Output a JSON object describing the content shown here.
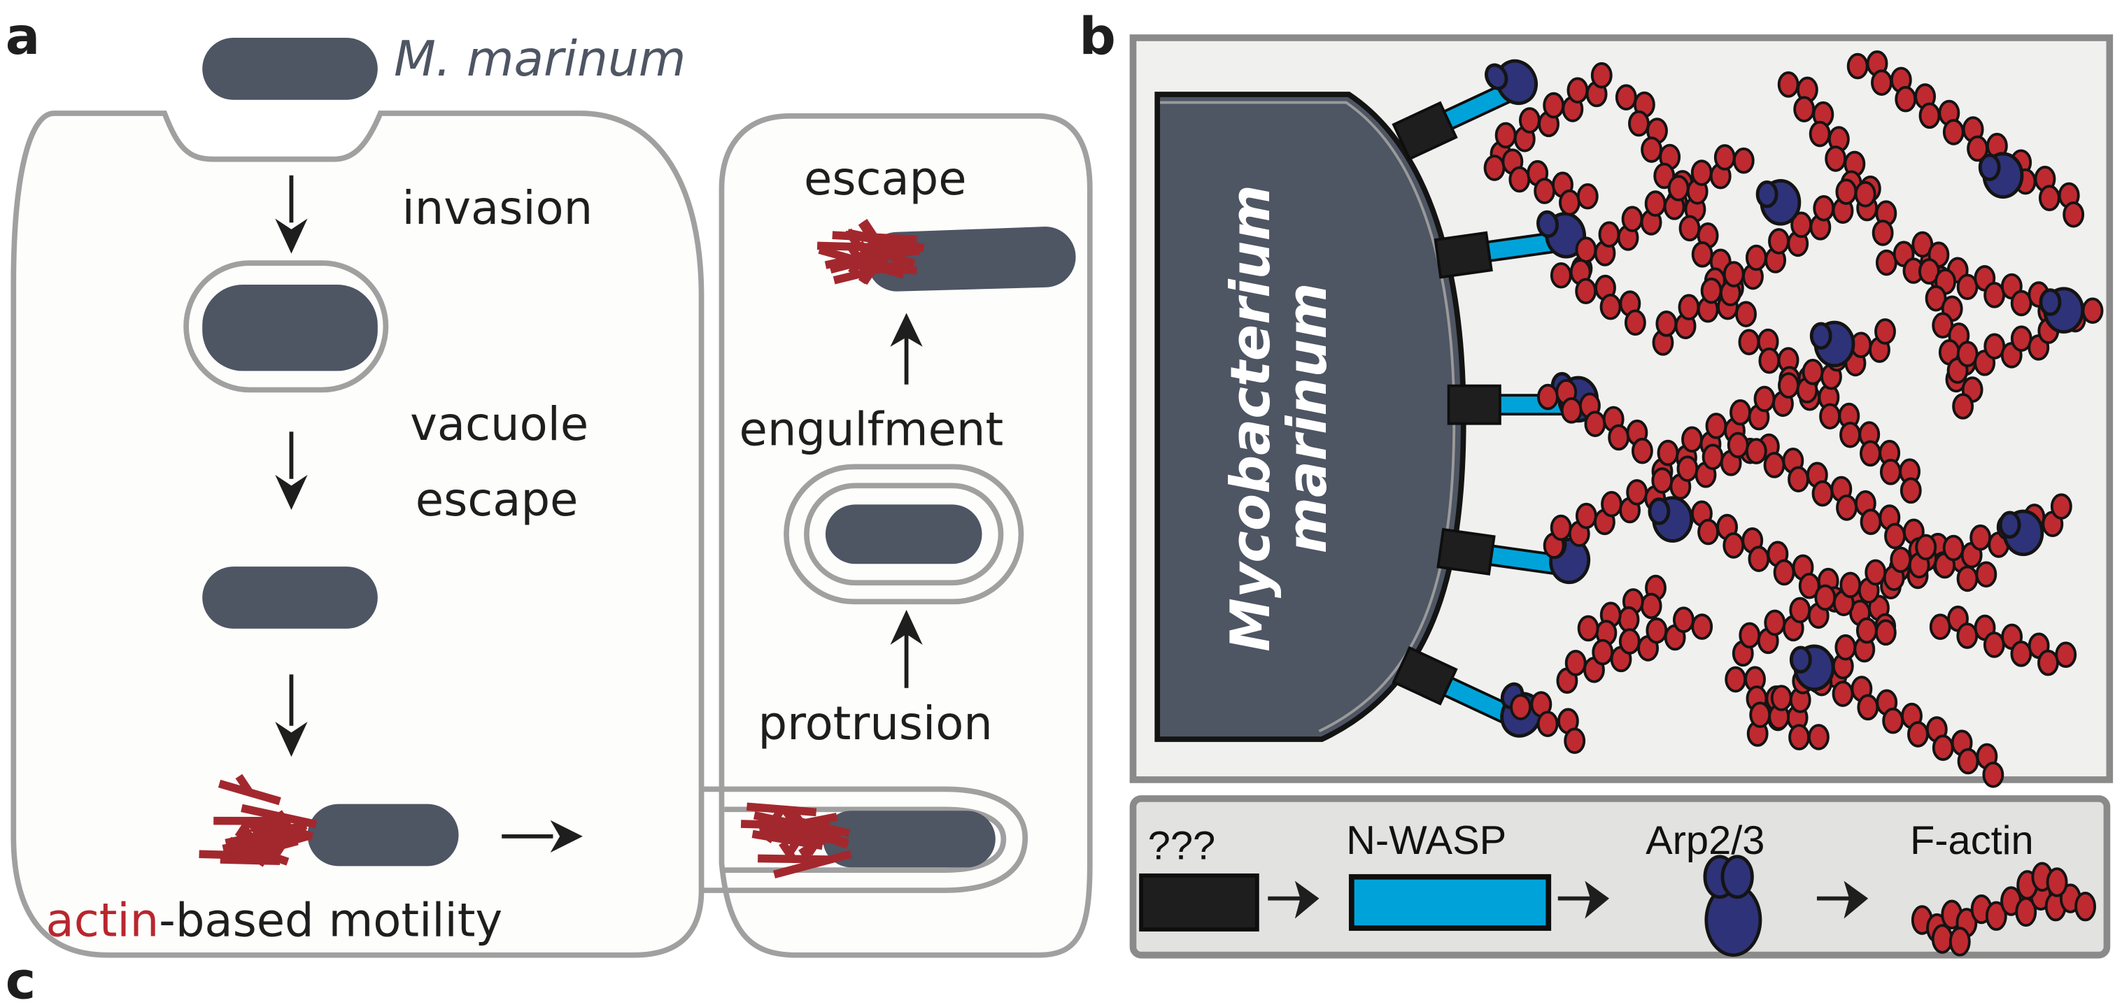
{
  "figure": {
    "panels": {
      "a": {
        "letter": "a",
        "species_label": "M. marinum",
        "steps": {
          "invasion": "invasion",
          "vacuole_line1": "vacuole",
          "vacuole_line2": "escape",
          "motility_actin": "actin",
          "motility_rest": "-based motility",
          "protrusion": "protrusion",
          "engulfment": "engulfment",
          "escape": "escape"
        }
      },
      "b": {
        "letter": "b",
        "bacterium_line1": "Mycobacterium",
        "bacterium_line2": "marinum",
        "legend": [
          {
            "label": "???",
            "icon": "unknown-factor-black-box"
          },
          {
            "label": "N-WASP",
            "icon": "nwasp-blue-rectangle"
          },
          {
            "label": "Arp2/3",
            "icon": "arp23-blue-complex"
          },
          {
            "label": "F-actin",
            "icon": "factin-red-filament"
          }
        ]
      },
      "c": {
        "letter": "c"
      }
    },
    "colors": {
      "bacterium": "#4e5563",
      "actin": "#a3282e",
      "actin_text": "#b8262d",
      "monomer": "#be2a30",
      "arp23": "#2e3278",
      "nwasp": "#00a3d9",
      "unknown_factor": "#1e1e1e",
      "membrane": "#a0a0a0",
      "panel_b_bg": "#f0f0ef",
      "legend_bg": "#e2e2e1"
    }
  }
}
